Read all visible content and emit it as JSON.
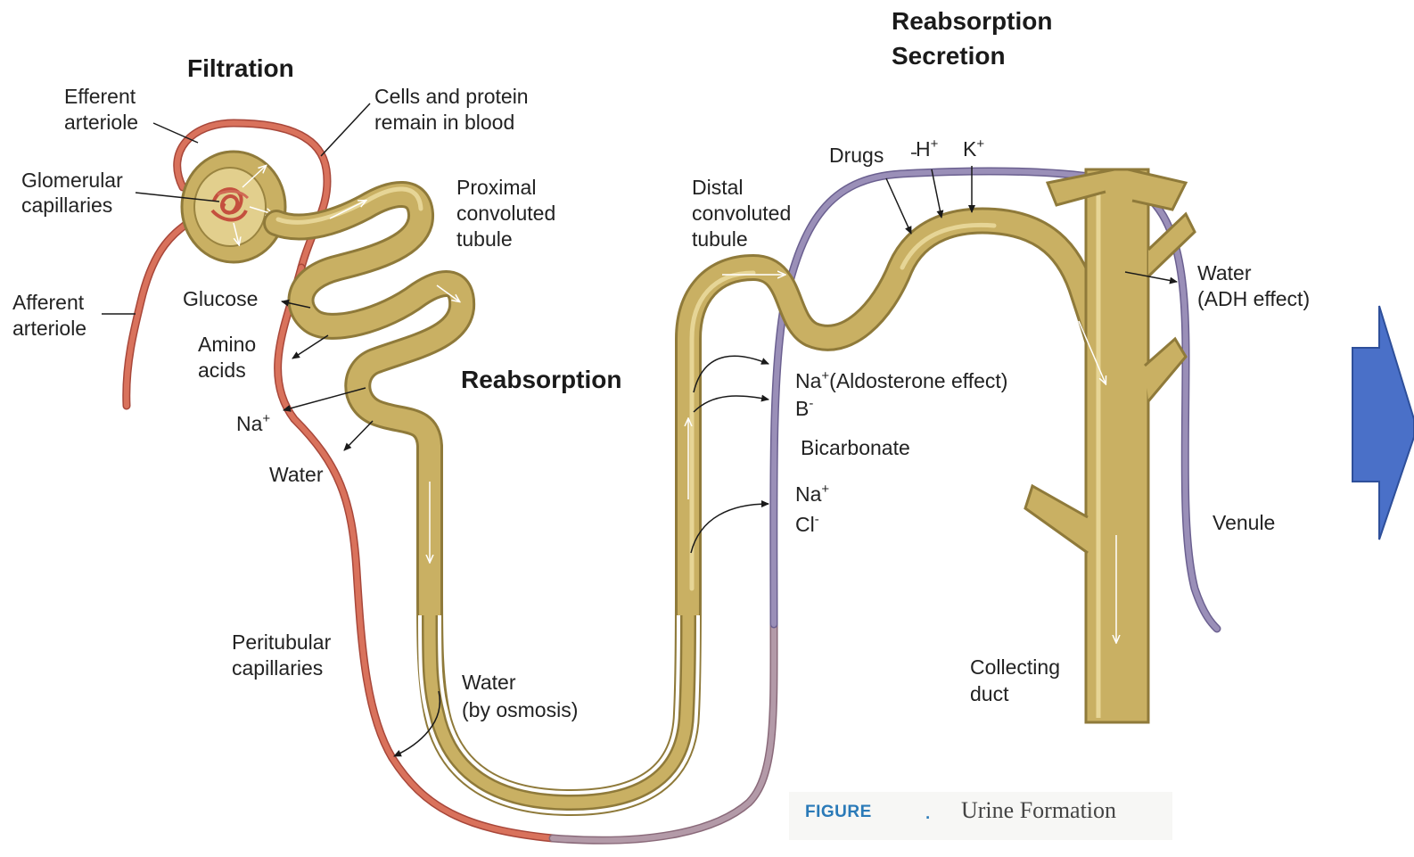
{
  "headings": {
    "filtration": "Filtration",
    "reabsorption_middle": "Reabsorption",
    "reabsorption_top": "Reabsorption",
    "secretion_top": "Secretion"
  },
  "labels": {
    "efferent_arteriole": [
      "Efferent",
      "arteriole"
    ],
    "glomerular_capillaries": [
      "Glomerular",
      "capillaries"
    ],
    "afferent_arteriole": [
      "Afferent",
      "arteriole"
    ],
    "cells_protein": [
      "Cells and protein",
      "remain in blood"
    ],
    "proximal_tubule": [
      "Proximal",
      "convoluted",
      "tubule"
    ],
    "glucose": "Glucose",
    "amino_acids": [
      "Amino",
      "acids"
    ],
    "na_left": {
      "base": "Na",
      "sup": "+"
    },
    "water_left": "Water",
    "peritubular_capillaries": [
      "Peritubular",
      "capillaries"
    ],
    "water_osmosis": [
      "Water",
      "(by osmosis)"
    ],
    "distal_tubule": [
      "Distal",
      "convoluted",
      "tubule"
    ],
    "drugs": "Drugs",
    "h_ion": {
      "base": "H",
      "sup": "+"
    },
    "k_ion": {
      "base": "K",
      "sup": "+"
    },
    "na_aldosterone": {
      "base": "Na",
      "sup": "+",
      "rest": "(Aldosterone effect)"
    },
    "b_ion": {
      "base": "B",
      "sup": "-"
    },
    "bicarbonate": "Bicarbonate",
    "na_lower": {
      "base": "Na",
      "sup": "+"
    },
    "cl_ion": {
      "base": "Cl",
      "sup": "-"
    },
    "water_adh": [
      "Water",
      "(ADH effect)"
    ],
    "venule": "Venule",
    "collecting_duct": [
      "Collecting",
      "duct"
    ]
  },
  "caption": {
    "tag": "FIGURE",
    "dot": ".",
    "title": "Urine Formation"
  },
  "colors": {
    "tubule": "#c9b063",
    "tubule_edge": "#8f7a3a",
    "artery": "#cf6a55",
    "vein": "#7d6f9a",
    "arrow_shape": "#4a70c8"
  },
  "icons": {
    "next_arrow": "right-arrow-icon"
  }
}
